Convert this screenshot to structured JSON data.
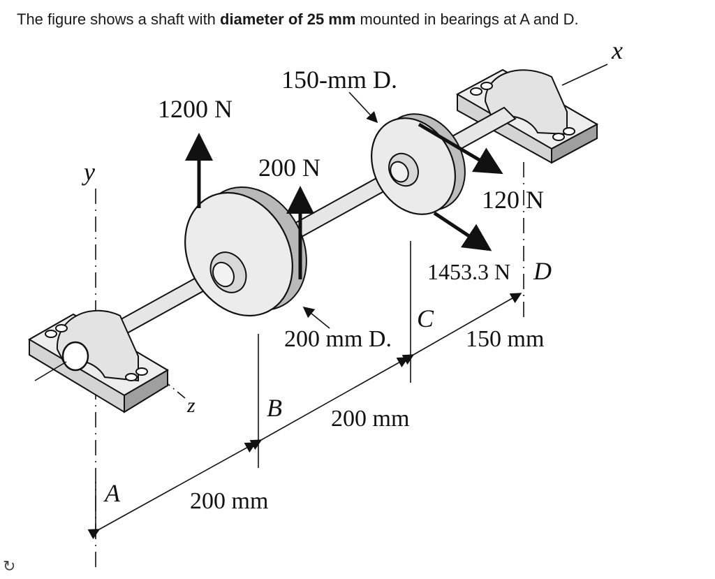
{
  "intro": {
    "part1": "The figure shows a shaft with ",
    "bold1": "diameter of 25 mm",
    "part2": " mounted in bearings at A and D."
  },
  "labels": {
    "force_1200": "1200 N",
    "force_200": "200 N",
    "force_120": "120 N",
    "force_1453": "1453.3 N",
    "pulley_c_dia": "150-mm D.",
    "pulley_b_dia": "200 mm D.",
    "dist_ab": "200 mm",
    "dist_bc": "200 mm",
    "dist_cd": "150 mm",
    "point_a": "A",
    "point_b": "B",
    "point_c": "C",
    "point_d": "D",
    "axis_x": "x",
    "axis_y": "y",
    "axis_z": "z"
  },
  "colors": {
    "metal_light": "#ececec",
    "metal_mid": "#d2d2d2",
    "metal_dark": "#a8a8a8",
    "outline": "#111111"
  }
}
